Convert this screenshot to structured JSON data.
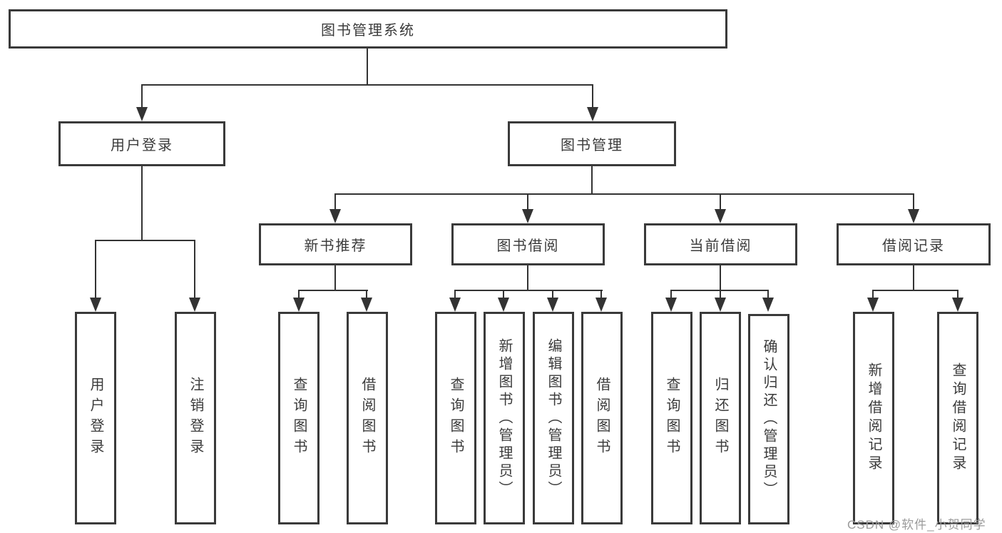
{
  "diagram": {
    "type": "hierarchy-tree",
    "nodes": {
      "root": "图书管理系统",
      "l2": [
        "用户登录",
        "图书管理"
      ],
      "l3": [
        "新书推荐",
        "图书借阅",
        "当前借阅",
        "借阅记录"
      ],
      "leaves": [
        "用户登录",
        "注销登录",
        "查询图书",
        "借阅图书",
        "查询图书",
        "新增图书（管理员）",
        "编辑图书（管理员）",
        "借阅图书",
        "查询图书",
        "归还图书",
        "确认归还（管理员）",
        "新增借阅记录",
        "查询借阅记录"
      ]
    },
    "edges": [
      {
        "from": "图书管理系统",
        "to": "用户登录"
      },
      {
        "from": "图书管理系统",
        "to": "图书管理"
      },
      {
        "from": "用户登录",
        "to": "用户登录"
      },
      {
        "from": "用户登录",
        "to": "注销登录"
      },
      {
        "from": "图书管理",
        "to": "新书推荐"
      },
      {
        "from": "图书管理",
        "to": "图书借阅"
      },
      {
        "from": "图书管理",
        "to": "当前借阅"
      },
      {
        "from": "图书管理",
        "to": "借阅记录"
      },
      {
        "from": "新书推荐",
        "to": "查询图书"
      },
      {
        "from": "新书推荐",
        "to": "借阅图书"
      },
      {
        "from": "图书借阅",
        "to": "查询图书"
      },
      {
        "from": "图书借阅",
        "to": "新增图书（管理员）"
      },
      {
        "from": "图书借阅",
        "to": "编辑图书（管理员）"
      },
      {
        "from": "图书借阅",
        "to": "借阅图书"
      },
      {
        "from": "当前借阅",
        "to": "查询图书"
      },
      {
        "from": "当前借阅",
        "to": "归还图书"
      },
      {
        "from": "当前借阅",
        "to": "确认归还（管理员）"
      },
      {
        "from": "借阅记录",
        "to": "新增借阅记录"
      },
      {
        "from": "借阅记录",
        "to": "查询借阅记录"
      }
    ],
    "watermark": "CSDN @软件_小贺同学",
    "colors": {
      "line": "#333333",
      "border": "#3a3a3a",
      "text": "#3b3b3b",
      "watermark": "#9b9b9b",
      "background": "#ffffff"
    }
  }
}
